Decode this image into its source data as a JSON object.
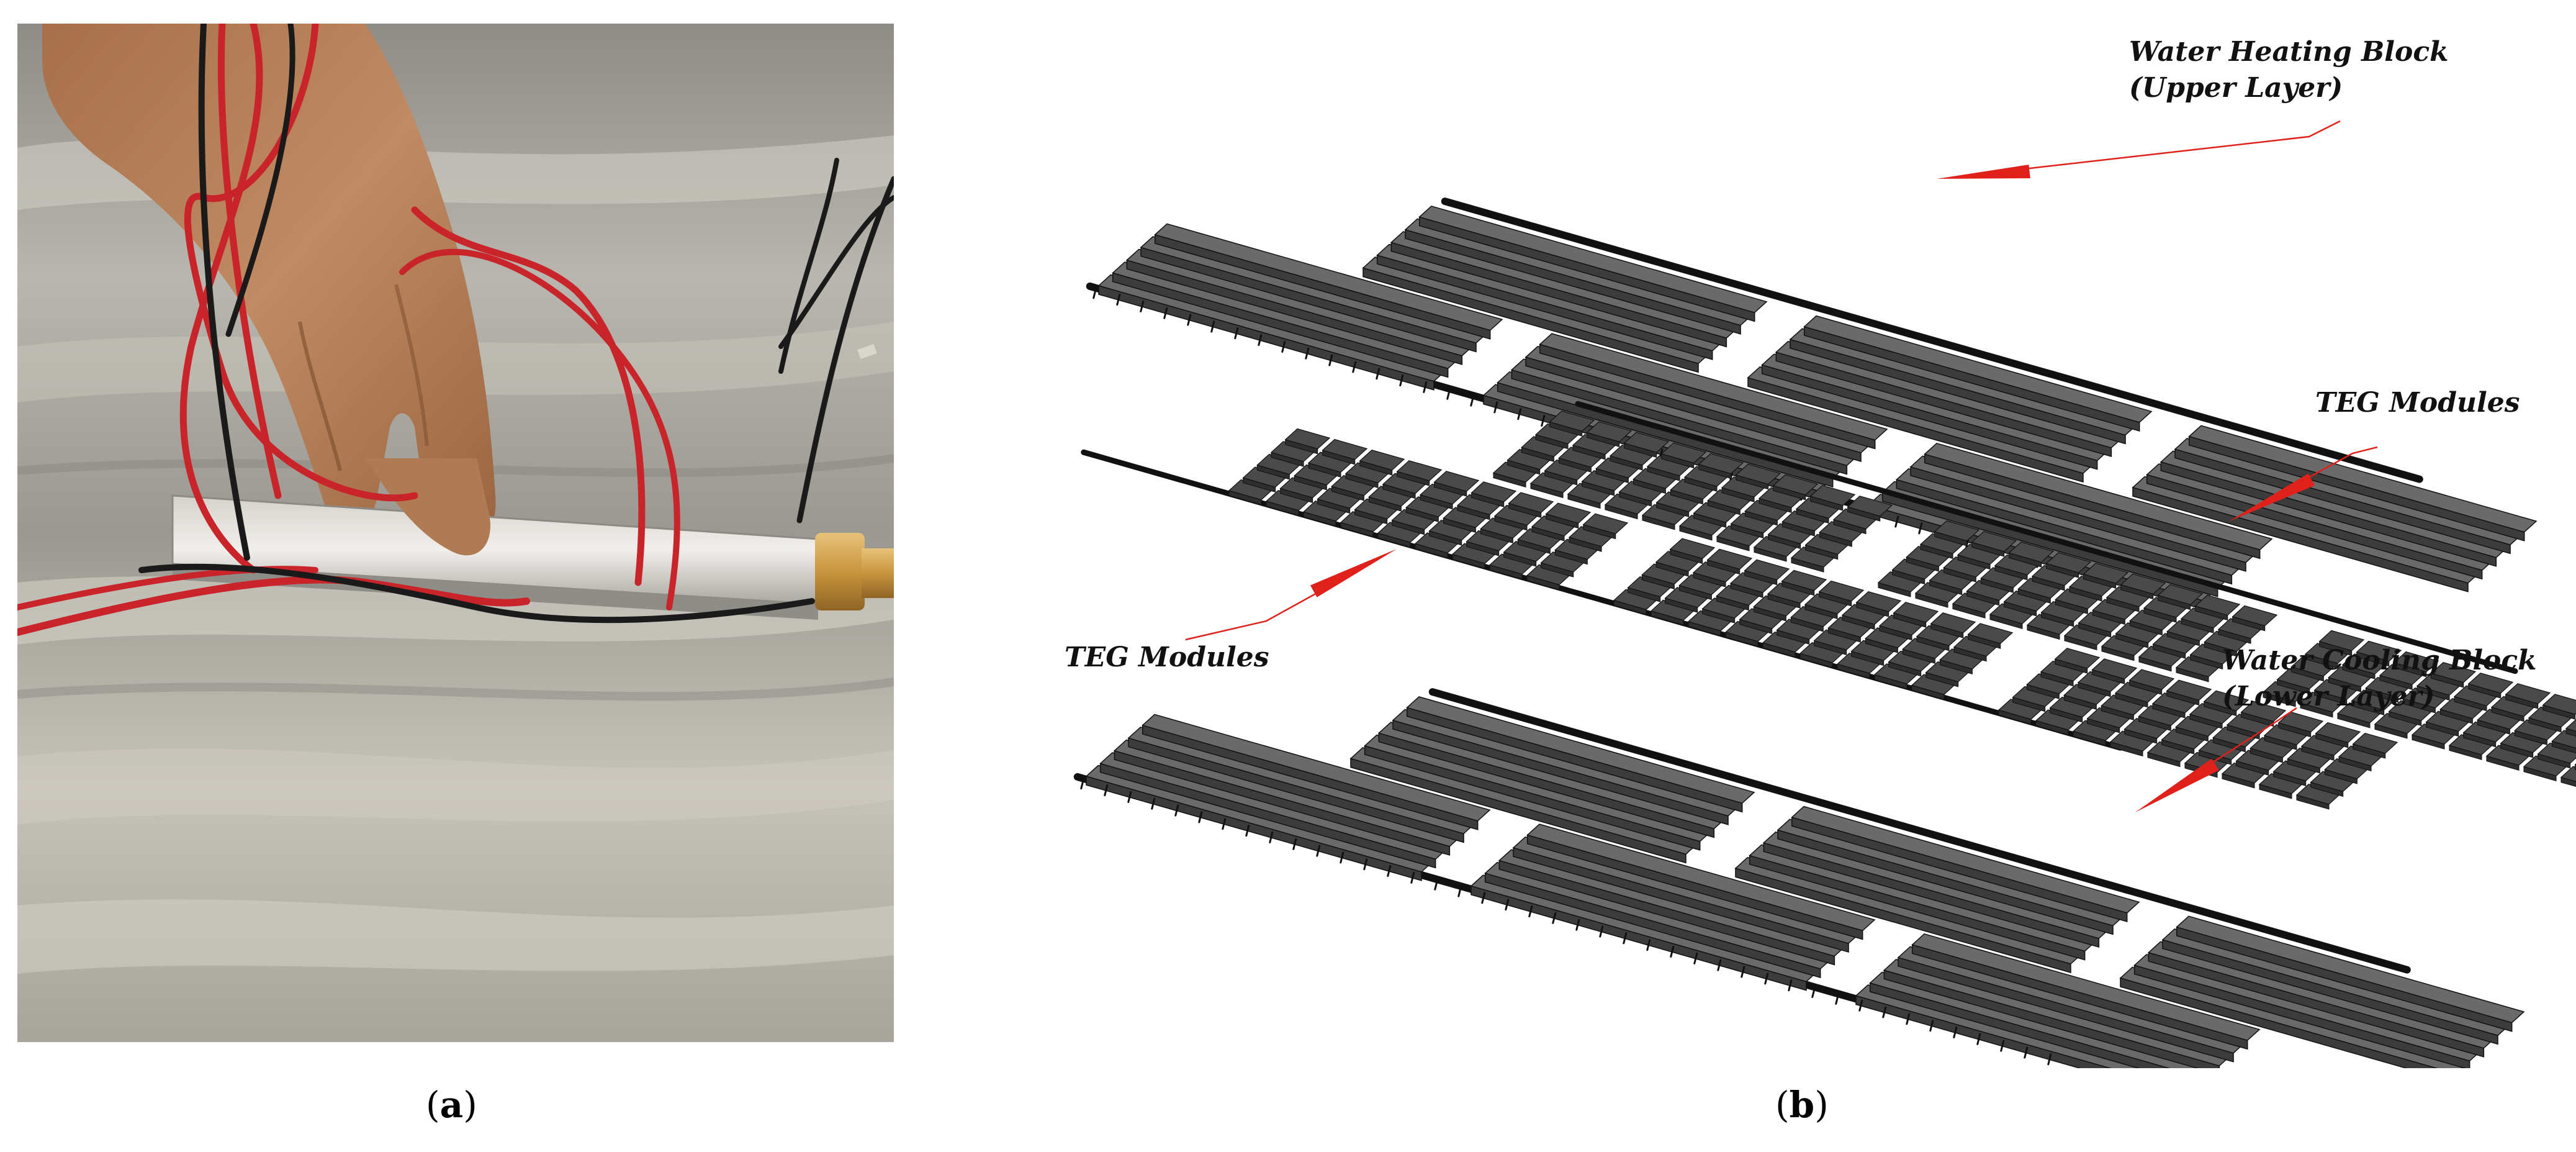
{
  "panel_a": {
    "caption_letter": "a",
    "scene": "hand holding a TEG assembly with red and black wires over a grey fabric background"
  },
  "panel_b": {
    "caption_letter": "b",
    "labels": {
      "heating_line1": "Water Heating Block",
      "heating_line2": "(Upper Layer)",
      "teg_right": "TEG Modules",
      "teg_left": "TEG Modules",
      "cooling_line1": "Water Cooling Block",
      "cooling_line2": "(Lower Layer)"
    }
  },
  "colors": {
    "arrow": "#e0201a",
    "frame": "#111111",
    "fin_top": "#6a6a6a",
    "fin_side": "#3c3c3c",
    "module": "#4a4a4a",
    "wire_red": "#c8242a",
    "wire_black": "#1a1a1a"
  }
}
